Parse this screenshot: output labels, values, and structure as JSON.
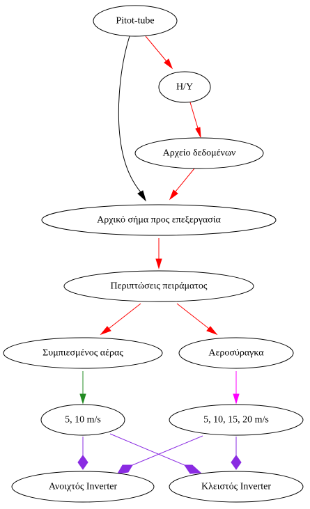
{
  "diagram": {
    "nodes": {
      "pitot_tube": "Pitot-tube",
      "hy": "H/Y",
      "data_file": "Αρχείο δεδομένων",
      "initial_signal": "Αρχικό σήμα προς επεξεργασία",
      "experiment_cases": "Περιπτώσεις πειράματος",
      "compressed_air": "Συμπιεσμένος αέρας",
      "wind_tunnel": "Αεροσύραγκα",
      "speeds_a": "5, 10 m/s",
      "speeds_b": "5, 10, 15, 20 m/s",
      "open_inverter": "Ανοιχτός Inverter",
      "closed_inverter": "Κλειστός Inverter"
    },
    "colors": {
      "black": "#000000",
      "red": "#ff0000",
      "green": "#228b22",
      "magenta": "#ff00ff",
      "purple": "#8a2be2"
    }
  }
}
